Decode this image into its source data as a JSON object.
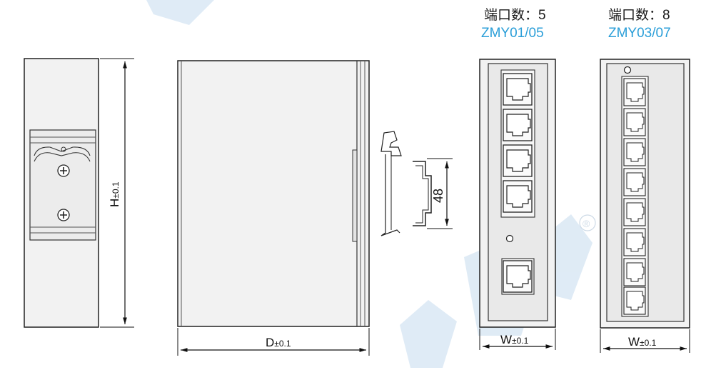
{
  "variants": [
    {
      "port_label": "端口数：5",
      "model": "ZMY01/05"
    },
    {
      "port_label": "端口数：8",
      "model": "ZMY03/07"
    }
  ],
  "dimensions": {
    "height": {
      "symbol": "H",
      "tolerance": "±0.1"
    },
    "depth": {
      "symbol": "D",
      "tolerance": "±0.1"
    },
    "width_5port": {
      "symbol": "W",
      "tolerance": "±0.1"
    },
    "width_8port": {
      "symbol": "W",
      "tolerance": "±0.1"
    },
    "din_rail": "48"
  },
  "watermark": {
    "mark": "®"
  },
  "colors": {
    "model_text": "#2a9ed8",
    "housing": "#f2f2f2",
    "panel": "#e9e9e9",
    "watermark": "#dce9f5"
  }
}
